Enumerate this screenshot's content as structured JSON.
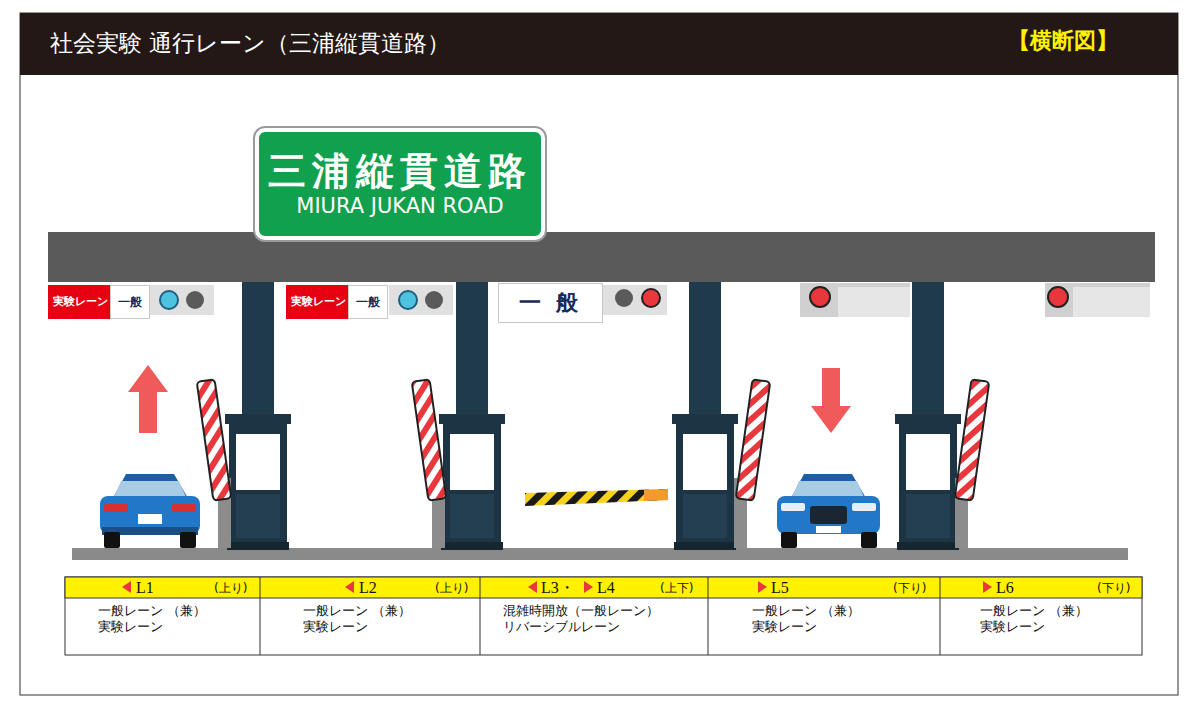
{
  "diagram": {
    "title": "社会実験 通行レーン（三浦縦貫道路）",
    "nodes": [
      {
        "text": [
          "三浦縦貫道路",
          "MIURA JUKAN ROAD"
        ]
      },
      {
        "text": [
          "実験レーン"
        ]
      },
      {
        "text": [
          "一般"
        ]
      },
      {
        "text": [
          "実験レーン"
        ]
      },
      {
        "text": [
          "一般"
        ]
      },
      {
        "text": [
          "一 般"
        ]
      }
    ],
    "labels": [
      "【横断図】",
      "L1",
      "(上り)",
      "一般レーン （兼）実験レーン",
      "L2",
      "(上り)",
      "一般レーン （兼）実験レーン",
      "L3・",
      "L4",
      "(上下)",
      "混雑時開放（一般レーン） リバーシブルレーン",
      "L5",
      "(下り)",
      "一般レーン （兼）実験レーン",
      "L6",
      "(下り)",
      "一般レーン （兼）実験レーン"
    ]
  }
}
